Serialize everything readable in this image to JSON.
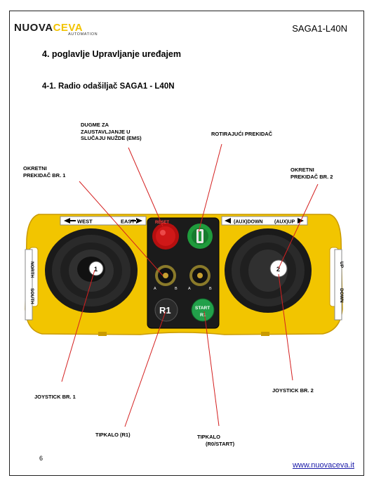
{
  "header": {
    "logo_text_a": "NUOVA",
    "logo_text_b": "CEVA",
    "logo_sub": "AUTOMATION",
    "doc_code": "SAGA1-L40N"
  },
  "chapter_title": "4. poglavlje  Upravljanje uređajem",
  "section_title": "4-1. Radio odašiljač SAGA1 - L40N",
  "callouts": {
    "ems": [
      "DUGME ZA",
      "ZAUSTAVLJANJE U",
      "SLUČAJU NUŽDE (EMS)"
    ],
    "rotary": "ROTIRAJUĆI PREKIDAČ",
    "rotary1": [
      "OKRETNI",
      "PREKIDAČ BR. 1"
    ],
    "rotary2": [
      "OKRETNI",
      "PREKIDAČ BR. 2"
    ],
    "joystick1": "JOYSTICK BR. 1",
    "joystick2": "JOYSTICK BR. 2",
    "button_r1": "TIPKALO (R1)",
    "button_start": [
      "TIPKALO",
      "(R0/START)"
    ]
  },
  "device": {
    "label_west": "WEST",
    "label_east": "EAST",
    "label_aux_down": "(AUX)DOWN",
    "label_aux_up": "(AUX)UP",
    "label_north": "NORTH",
    "label_south": "SOUTH",
    "label_up": "UP",
    "label_down": "DOWN",
    "reset": "RESET",
    "r1": "R1",
    "start": "START",
    "start_sub": "R1",
    "joy1_num": "1",
    "joy2_num": "2",
    "sw_a": "A",
    "sw_b": "B"
  },
  "colors": {
    "body_yellow": "#f2c500",
    "panel_black": "#1b1b1b",
    "ems_red": "#d01818",
    "rotary_green": "#1f9b3c",
    "start_green": "#22a04a",
    "callout_red": "#d42020",
    "link_blue": "#1a1aa8"
  },
  "footer": {
    "page_number": "6",
    "website": "www.nuovaceva.it"
  }
}
